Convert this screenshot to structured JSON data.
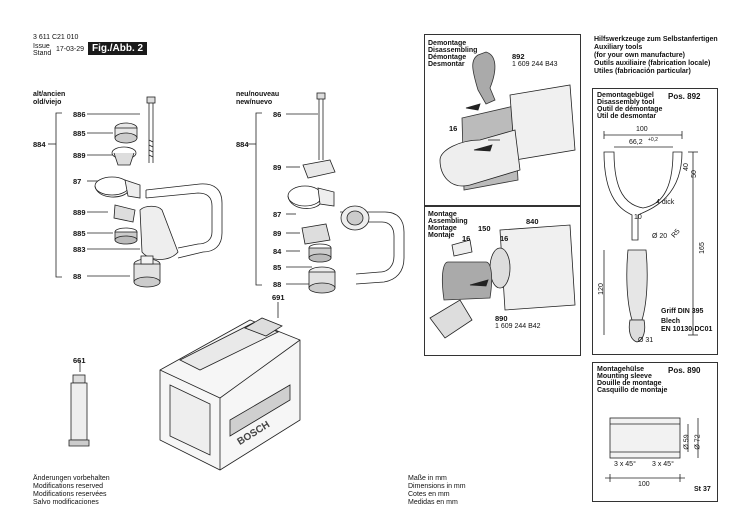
{
  "header": {
    "doc_number": "3 611 C21 010",
    "issue_label_1": "Issue",
    "issue_label_2": "Stand",
    "issue_date": "17-03-29",
    "fig_badge": "Fig./Abb. 2"
  },
  "left_group": {
    "title_1": "alt/ancien",
    "title_2": "old/viejo",
    "parts": [
      "886",
      "885",
      "889",
      "87",
      "889",
      "885",
      "883",
      "88"
    ],
    "bracket": "884"
  },
  "middle_group": {
    "title_1": "neu/nouveau",
    "title_2": "new/nuevo",
    "parts": [
      "86",
      "89",
      "87",
      "89",
      "84",
      "85",
      "88"
    ],
    "bracket": "884"
  },
  "case": {
    "part": "691",
    "brand": "BOSCH"
  },
  "grease": {
    "part": "661"
  },
  "footer_left": [
    "Änderungen vorbehalten",
    "Modifications reserved",
    "Modifications reservées",
    "Salvo modificaciones"
  ],
  "footer_mid": [
    "Maße in mm",
    "Dimensions in mm",
    "Cotes en mm",
    "Medidas en mm"
  ],
  "disassembly_panel": {
    "lines": [
      "Demontage",
      "Disassembling",
      "Démontage",
      "Desmontar"
    ],
    "tool_part": "892",
    "tool_number": "1 609 244 B43",
    "ref": "16"
  },
  "assembly_panel": {
    "lines": [
      "Montage",
      "Assembling",
      "Montage",
      "Montaje"
    ],
    "refs": [
      "16",
      "150",
      "16",
      "840"
    ],
    "tool_part": "890",
    "tool_number": "1 609 244 B42"
  },
  "aux_tools": {
    "lines": [
      "Hilfswerkzeuge zum Selbstanfertigen",
      "Auxiliary tools",
      "(for your own manufacture)",
      "Outils auxiliaire (fabrication locale)",
      "Utiles (fabricación particular)"
    ]
  },
  "bracket_tool": {
    "lines": [
      "Demontagebügel",
      "Disassembly tool",
      "Outil de démontage",
      "Útil de desmontar"
    ],
    "pos": "Pos. 892",
    "dims": {
      "overall": "100",
      "inner": "66,2",
      "tol": "+0,2",
      "d40": "40",
      "d50": "50",
      "thick": "4 dick",
      "d165": "165",
      "d10": "10",
      "dia20": "Ø 20",
      "r5": "R5",
      "d120": "120",
      "dia31": "Ø 31"
    },
    "notes": [
      "Griff DIN 395",
      "Blech",
      "EN 10130-DC01"
    ]
  },
  "sleeve": {
    "lines": [
      "Montagehülse",
      "Mounting sleeve",
      "Douille de montage",
      "Casquillo de montaje"
    ],
    "pos": "Pos. 890",
    "chamfer_left": "3 x 45°",
    "chamfer_right": "3 x 45°",
    "dia59": "Ø 59",
    "dia72": "Ø 72",
    "length": "100",
    "material": "St 37"
  }
}
